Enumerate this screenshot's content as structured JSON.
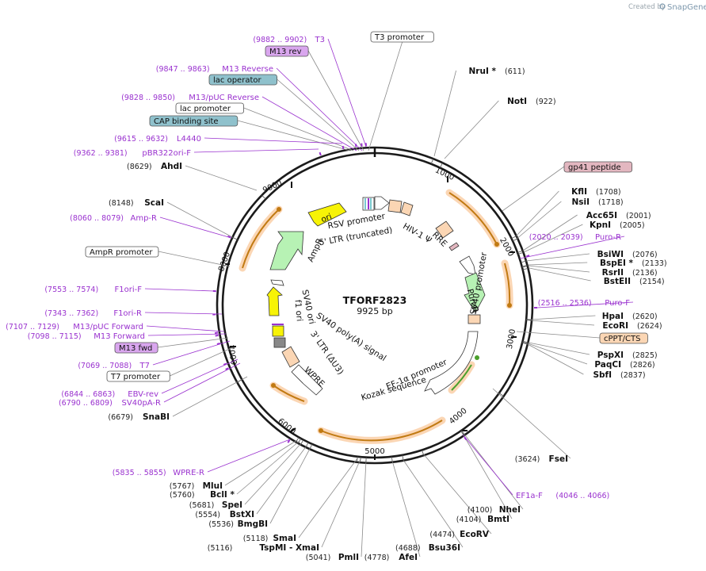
{
  "watermark": {
    "prefix": "Created by",
    "brand": "SnapGene"
  },
  "plasmid": {
    "name": "TFORF2823",
    "size": "9925 bp"
  },
  "ticks": [
    "1000",
    "2000",
    "3000",
    "4000",
    "5000",
    "6000",
    "7000",
    "8000",
    "9000"
  ],
  "inner_features": [
    "ori",
    "RSV promoter",
    "5' LTR (truncated)",
    "HIV-1 Ψ",
    "RRE",
    "PuroR",
    "SV40 promoter",
    "EF-1α promoter",
    "Kozak sequence",
    "WPRE",
    "3' LTR (ΔU3)",
    "SV40 poly(A) signal",
    "SV40 ori",
    "f1 ori",
    "AmpR"
  ],
  "map_labels": [
    {
      "kind": "primer",
      "name": "T3",
      "pos": "(9882 .. 9902)"
    },
    {
      "kind": "box",
      "name": "T3 promoter",
      "fill": "#ffffff"
    },
    {
      "kind": "box",
      "name": "M13 rev",
      "fill": "#d9a6ee"
    },
    {
      "kind": "primer",
      "name": "M13 Reverse",
      "pos": "(9847 .. 9863)"
    },
    {
      "kind": "box",
      "name": "lac operator",
      "fill": "#8fc1cc"
    },
    {
      "kind": "primer",
      "name": "M13/pUC Reverse",
      "pos": "(9828 .. 9850)"
    },
    {
      "kind": "box",
      "name": "lac promoter",
      "fill": "#ffffff"
    },
    {
      "kind": "box",
      "name": "CAP binding site",
      "fill": "#8fc1cc"
    },
    {
      "kind": "primer",
      "name": "L4440",
      "pos": "(9615 .. 9632)"
    },
    {
      "kind": "primer",
      "name": "pBR322ori-F",
      "pos": "(9362 .. 9381)"
    },
    {
      "kind": "enzyme",
      "name": "AhdI",
      "pos": "(8629)"
    },
    {
      "kind": "enzyme",
      "name": "ScaI",
      "pos": "(8148)"
    },
    {
      "kind": "primer",
      "name": "Amp-R",
      "pos": "(8060 .. 8079)"
    },
    {
      "kind": "box",
      "name": "AmpR promoter",
      "fill": "#ffffff"
    },
    {
      "kind": "primer",
      "name": "F1ori-F",
      "pos": "(7553 .. 7574)"
    },
    {
      "kind": "primer",
      "name": "F1ori-R",
      "pos": "(7343 .. 7362)"
    },
    {
      "kind": "primer",
      "name": "M13/pUC Forward",
      "pos": "(7107 .. 7129)"
    },
    {
      "kind": "primer",
      "name": "M13 Forward",
      "pos": "(7098 .. 7115)"
    },
    {
      "kind": "box",
      "name": "M13 fwd",
      "fill": "#d9a6ee"
    },
    {
      "kind": "primer",
      "name": "T7",
      "pos": "(7069 .. 7088)"
    },
    {
      "kind": "box",
      "name": "T7 promoter",
      "fill": "#ffffff"
    },
    {
      "kind": "primer",
      "name": "EBV-rev",
      "pos": "(6844 .. 6863)"
    },
    {
      "kind": "primer",
      "name": "SV40pA-R",
      "pos": "(6790 .. 6809)"
    },
    {
      "kind": "enzyme",
      "name": "SnaBI",
      "pos": "(6679)"
    },
    {
      "kind": "primer",
      "name": "WPRE-R",
      "pos": "(5835 .. 5855)"
    },
    {
      "kind": "enzyme",
      "name": "MluI",
      "pos": "(5767)"
    },
    {
      "kind": "enzyme",
      "name": "BclI *",
      "pos": "(5760)"
    },
    {
      "kind": "enzyme",
      "name": "SpeI",
      "pos": "(5681)"
    },
    {
      "kind": "enzyme",
      "name": "BstXI",
      "pos": "(5554)"
    },
    {
      "kind": "enzyme",
      "name": "BmgBI",
      "pos": "(5536)"
    },
    {
      "kind": "enzyme",
      "name": "SmaI",
      "pos": "(5118)"
    },
    {
      "kind": "enzyme",
      "name": "TspMI  -  XmaI",
      "pos": "(5116)"
    },
    {
      "kind": "enzyme",
      "name": "PmlI",
      "pos": "(5041)"
    },
    {
      "kind": "enzyme",
      "name": "AfeI",
      "pos": "(4778)"
    },
    {
      "kind": "enzyme",
      "name": "Bsu36I",
      "pos": "(4688)"
    },
    {
      "kind": "enzyme",
      "name": "EcoRV",
      "pos": "(4474)"
    },
    {
      "kind": "enzyme",
      "name": "BmtI",
      "pos": "(4104)"
    },
    {
      "kind": "enzyme",
      "name": "NheI",
      "pos": "(4100)"
    },
    {
      "kind": "primer",
      "name": "EF1a-F",
      "pos": "(4046 .. 4066)"
    },
    {
      "kind": "enzyme",
      "name": "FseI",
      "pos": "(3624)"
    },
    {
      "kind": "enzyme",
      "name": "NruI *",
      "pos": "(611)"
    },
    {
      "kind": "enzyme",
      "name": "NotI",
      "pos": "(922)"
    },
    {
      "kind": "box",
      "name": "gp41 peptide",
      "fill": "#e3b7c0"
    },
    {
      "kind": "enzyme",
      "name": "KflI",
      "pos": "(1708)"
    },
    {
      "kind": "enzyme",
      "name": "NsiI",
      "pos": "(1718)"
    },
    {
      "kind": "enzyme",
      "name": "Acc65I",
      "pos": "(2001)"
    },
    {
      "kind": "enzyme",
      "name": "KpnI",
      "pos": "(2005)"
    },
    {
      "kind": "primer",
      "name": "Puro-R",
      "pos": "(2020 .. 2039)"
    },
    {
      "kind": "enzyme",
      "name": "BsiWI",
      "pos": "(2076)"
    },
    {
      "kind": "enzyme",
      "name": "BspEI *",
      "pos": "(2133)"
    },
    {
      "kind": "enzyme",
      "name": "RsrII",
      "pos": "(2136)"
    },
    {
      "kind": "enzyme",
      "name": "BstEII",
      "pos": "(2154)"
    },
    {
      "kind": "primer",
      "name": "Puro-F",
      "pos": "(2516 .. 2536)"
    },
    {
      "kind": "enzyme",
      "name": "HpaI",
      "pos": "(2620)"
    },
    {
      "kind": "enzyme",
      "name": "EcoRI",
      "pos": "(2624)"
    },
    {
      "kind": "box",
      "name": "cPPT/CTS",
      "fill": "#fbd6b4"
    },
    {
      "kind": "enzyme",
      "name": "PspXI",
      "pos": "(2825)"
    },
    {
      "kind": "enzyme",
      "name": "PaqCI",
      "pos": "(2826)"
    },
    {
      "kind": "enzyme",
      "name": "SbfI",
      "pos": "(2837)"
    }
  ]
}
